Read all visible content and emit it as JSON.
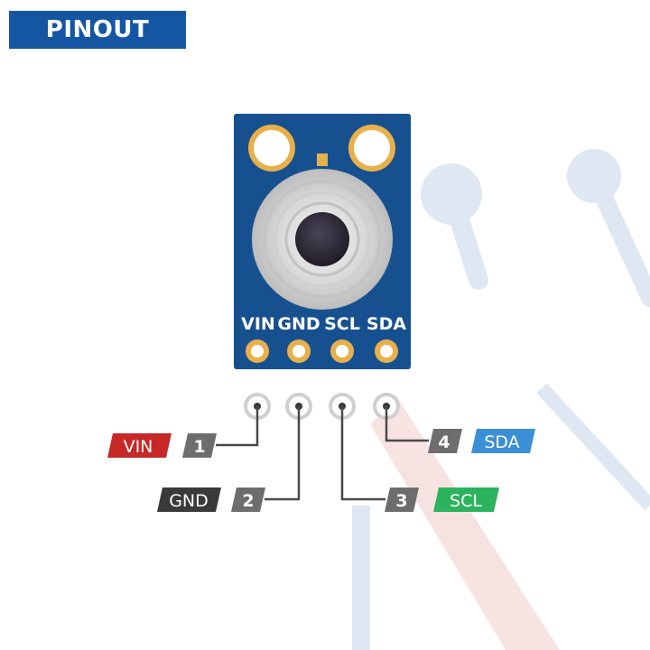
{
  "header": {
    "title": "PINOUT"
  },
  "board": {
    "pin_labels": [
      "VIN",
      "GND",
      "SCL",
      "SDA"
    ],
    "color": "#17508f"
  },
  "pins": [
    {
      "number": "1",
      "name": "VIN",
      "color": "#c62828"
    },
    {
      "number": "2",
      "name": "GND",
      "color": "#3a3a3a"
    },
    {
      "number": "3",
      "name": "SCL",
      "color": "#2db35d"
    },
    {
      "number": "4",
      "name": "SDA",
      "color": "#3b8fd6"
    }
  ],
  "colors": {
    "number_tag": "#6d6d6d",
    "wire": "#4a4a4a",
    "pad_gold": "#e8b04a"
  }
}
